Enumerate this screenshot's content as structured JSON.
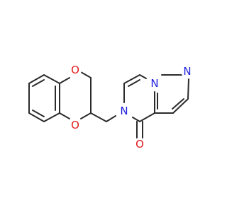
{
  "molecule": {
    "colors": {
      "carbon_bond": "#2b2b2b",
      "oxygen": "#e01b1b",
      "nitrogen": "#2020e0",
      "background": "#ffffff"
    },
    "atoms": {
      "o_dioxane_top": "O",
      "o_dioxane_bottom": "O",
      "n_ring_amide": "N",
      "n_ring_bridge": "N",
      "n_pyrazole": "N",
      "o_carbonyl": "O"
    }
  }
}
